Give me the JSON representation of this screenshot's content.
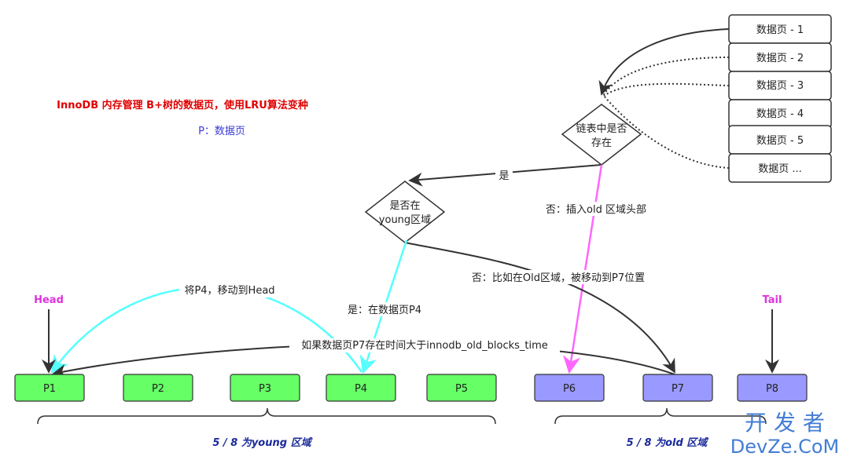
{
  "title": "InnoDB 内存管理 B+树的数据页，使用LRU算法变种",
  "legend_p": "P：数据页",
  "incoming_pages": [
    "数据页 - 1",
    "数据页 - 2",
    "数据页 - 3",
    "数据页 - 4",
    "数据页 - 5",
    "数据页 ..."
  ],
  "decision_in_list": [
    "链表中是否",
    "存在"
  ],
  "decision_young": [
    "是否在",
    "young区域"
  ],
  "edge_labels": {
    "yes": "是",
    "no_insert_old_head": "否：插入old 区域头部",
    "no_move_to_p7": "否：比如在Old区域，被移动到P7位置",
    "yes_in_p4": "是：在数据页P4",
    "move_p4_head": "将P4，移动到Head",
    "p7_old_time": "如果数据页P7存在时间大于innodb_old_blocks_time"
  },
  "head_label": "Head",
  "tail_label": "Tail",
  "young_pages": [
    "P1",
    "P2",
    "P3",
    "P4",
    "P5"
  ],
  "old_pages": [
    "P6",
    "P7",
    "P8"
  ],
  "young_region_label": "5 / 8 为young 区域",
  "old_region_label": "5 / 8 为old 区域",
  "watermark": [
    "开 发 者",
    "DevZe.CoM"
  ],
  "colors": {
    "title": "#e00000",
    "legend": "#3a3ad8",
    "young_fill": "#66ff66",
    "old_fill": "#9999ff",
    "head_tail": "#dd33dd",
    "cyan": "#55ffff",
    "magenta": "#ff66ff",
    "region_label": "#1a2a9a"
  }
}
